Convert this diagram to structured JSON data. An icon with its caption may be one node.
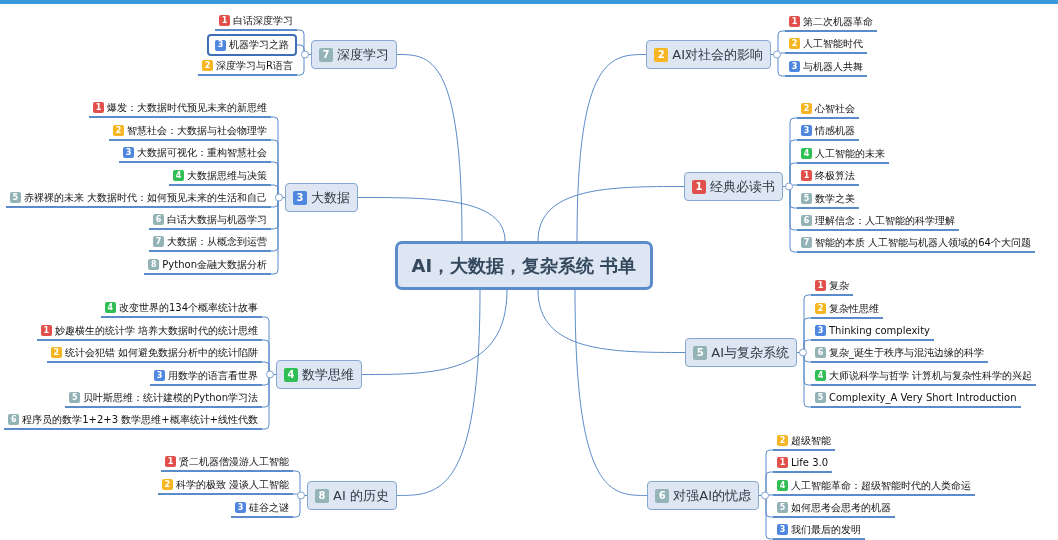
{
  "diagram": {
    "nodes": [
      {
        "text": [
          "AI，大数据，复杂系统 书单"
        ]
      },
      {
        "text": [
          "7",
          "深度学习"
        ]
      },
      {
        "text": [
          "1",
          "白话深度学习"
        ]
      },
      {
        "text": [
          "3",
          "机器学习之路"
        ]
      },
      {
        "text": [
          "2",
          "深度学习与R语言"
        ]
      },
      {
        "text": [
          "3",
          "大数据"
        ]
      },
      {
        "text": [
          "1",
          "爆发：大数据时代预见未来的新思维"
        ]
      },
      {
        "text": [
          "2",
          "智慧社会：大数据与社会物理学"
        ]
      },
      {
        "text": [
          "3",
          "大数据可视化：重构智慧社会"
        ]
      },
      {
        "text": [
          "4",
          "大数据思维与决策"
        ]
      },
      {
        "text": [
          "5",
          "赤裸裸的未来 大数据时代：如何预见未来的生活和自己"
        ]
      },
      {
        "text": [
          "6",
          "白话大数据与机器学习"
        ]
      },
      {
        "text": [
          "7",
          "大数据：从概念到运营"
        ]
      },
      {
        "text": [
          "8",
          "Python金融大数据分析"
        ]
      },
      {
        "text": [
          "4",
          "数学思维"
        ]
      },
      {
        "text": [
          "4",
          "改变世界的134个概率统计故事"
        ]
      },
      {
        "text": [
          "1",
          "妙趣横生的统计学 培养大数据时代的统计思维"
        ]
      },
      {
        "text": [
          "2",
          "统计会犯错 如何避免数据分析中的统计陷阱"
        ]
      },
      {
        "text": [
          "3",
          "用数学的语言看世界"
        ]
      },
      {
        "text": [
          "5",
          "贝叶斯思维：统计建模的Python学习法"
        ]
      },
      {
        "text": [
          "6",
          "程序员的数学1+2+3 数学思维+概率统计+线性代数"
        ]
      },
      {
        "text": [
          "8",
          "AI 的历史"
        ]
      },
      {
        "text": [
          "1",
          "贤二机器僧漫游人工智能"
        ]
      },
      {
        "text": [
          "2",
          "科学的极致 漫谈人工智能"
        ]
      },
      {
        "text": [
          "3",
          "硅谷之谜"
        ]
      },
      {
        "text": [
          "2",
          "AI对社会的影响"
        ]
      },
      {
        "text": [
          "1",
          "第二次机器革命"
        ]
      },
      {
        "text": [
          "2",
          "人工智能时代"
        ]
      },
      {
        "text": [
          "3",
          "与机器人共舞"
        ]
      },
      {
        "text": [
          "1",
          "经典必读书"
        ]
      },
      {
        "text": [
          "2",
          "心智社会"
        ]
      },
      {
        "text": [
          "3",
          "情感机器"
        ]
      },
      {
        "text": [
          "4",
          "人工智能的未来"
        ]
      },
      {
        "text": [
          "1",
          "终极算法"
        ]
      },
      {
        "text": [
          "5",
          "数学之美"
        ]
      },
      {
        "text": [
          "6",
          "理解信念：人工智能的科学理解"
        ]
      },
      {
        "text": [
          "7",
          "智能的本质 人工智能与机器人领域的64个大问题"
        ]
      },
      {
        "text": [
          "5",
          "AI与复杂系统"
        ]
      },
      {
        "text": [
          "1",
          "复杂"
        ]
      },
      {
        "text": [
          "2",
          "复杂性思维"
        ]
      },
      {
        "text": [
          "3",
          "Thinking complexity"
        ]
      },
      {
        "text": [
          "6",
          "复杂_诞生于秩序与混沌边缘的科学"
        ]
      },
      {
        "text": [
          "4",
          "大师说科学与哲学 计算机与复杂性科学的兴起"
        ]
      },
      {
        "text": [
          "5",
          "Complexity_A Very Short Introduction"
        ]
      },
      {
        "text": [
          "6",
          "对强AI的忧虑"
        ]
      },
      {
        "text": [
          "2",
          "超级智能"
        ]
      },
      {
        "text": [
          "1",
          "Life 3.0"
        ]
      },
      {
        "text": [
          "4",
          "人工智能革命：超级智能时代的人类命运"
        ]
      },
      {
        "text": [
          "5",
          "如何思考会思考的机器"
        ]
      },
      {
        "text": [
          "3",
          "我们最后的发明"
        ]
      }
    ],
    "edges": [
      {
        "from": 0,
        "to": 1,
        "arrow": "none"
      },
      {
        "from": 1,
        "to": 2,
        "arrow": "none"
      },
      {
        "from": 1,
        "to": 3,
        "arrow": "none"
      },
      {
        "from": 1,
        "to": 4,
        "arrow": "none"
      },
      {
        "from": 0,
        "to": 5,
        "arrow": "none"
      },
      {
        "from": 5,
        "to": 6,
        "arrow": "none"
      },
      {
        "from": 5,
        "to": 7,
        "arrow": "none"
      },
      {
        "from": 5,
        "to": 8,
        "arrow": "none"
      },
      {
        "from": 5,
        "to": 9,
        "arrow": "none"
      },
      {
        "from": 5,
        "to": 10,
        "arrow": "none"
      },
      {
        "from": 5,
        "to": 11,
        "arrow": "none"
      },
      {
        "from": 5,
        "to": 12,
        "arrow": "none"
      },
      {
        "from": 5,
        "to": 13,
        "arrow": "none"
      },
      {
        "from": 0,
        "to": 14,
        "arrow": "none"
      },
      {
        "from": 14,
        "to": 15,
        "arrow": "none"
      },
      {
        "from": 14,
        "to": 16,
        "arrow": "none"
      },
      {
        "from": 14,
        "to": 17,
        "arrow": "none"
      },
      {
        "from": 14,
        "to": 18,
        "arrow": "none"
      },
      {
        "from": 14,
        "to": 19,
        "arrow": "none"
      },
      {
        "from": 14,
        "to": 20,
        "arrow": "none"
      },
      {
        "from": 0,
        "to": 21,
        "arrow": "none"
      },
      {
        "from": 21,
        "to": 22,
        "arrow": "none"
      },
      {
        "from": 21,
        "to": 23,
        "arrow": "none"
      },
      {
        "from": 21,
        "to": 24,
        "arrow": "none"
      },
      {
        "from": 0,
        "to": 25,
        "arrow": "none"
      },
      {
        "from": 25,
        "to": 26,
        "arrow": "none"
      },
      {
        "from": 25,
        "to": 27,
        "arrow": "none"
      },
      {
        "from": 25,
        "to": 28,
        "arrow": "none"
      },
      {
        "from": 0,
        "to": 29,
        "arrow": "none"
      },
      {
        "from": 29,
        "to": 30,
        "arrow": "none"
      },
      {
        "from": 29,
        "to": 31,
        "arrow": "none"
      },
      {
        "from": 29,
        "to": 32,
        "arrow": "none"
      },
      {
        "from": 29,
        "to": 33,
        "arrow": "none"
      },
      {
        "from": 29,
        "to": 34,
        "arrow": "none"
      },
      {
        "from": 29,
        "to": 35,
        "arrow": "none"
      },
      {
        "from": 29,
        "to": 36,
        "arrow": "none"
      },
      {
        "from": 0,
        "to": 37,
        "arrow": "none"
      },
      {
        "from": 37,
        "to": 38,
        "arrow": "none"
      },
      {
        "from": 37,
        "to": 39,
        "arrow": "none"
      },
      {
        "from": 37,
        "to": 40,
        "arrow": "none"
      },
      {
        "from": 37,
        "to": 41,
        "arrow": "none"
      },
      {
        "from": 37,
        "to": 42,
        "arrow": "none"
      },
      {
        "from": 37,
        "to": 43,
        "arrow": "none"
      },
      {
        "from": 0,
        "to": 44,
        "arrow": "none"
      },
      {
        "from": 44,
        "to": 45,
        "arrow": "none"
      },
      {
        "from": 44,
        "to": 46,
        "arrow": "none"
      },
      {
        "from": 44,
        "to": 47,
        "arrow": "none"
      },
      {
        "from": 44,
        "to": 48,
        "arrow": "none"
      },
      {
        "from": 44,
        "to": 49,
        "arrow": "none"
      }
    ]
  }
}
